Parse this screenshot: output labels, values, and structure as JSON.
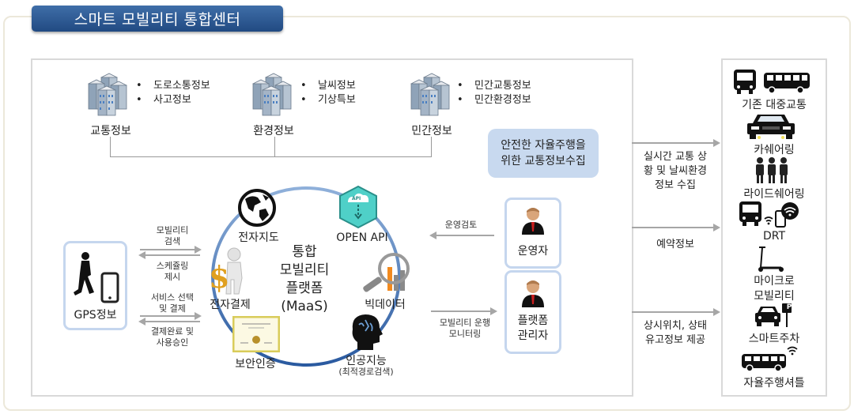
{
  "title": "스마트 모빌리티 통합센터",
  "sources": [
    {
      "label": "교통정보",
      "icon": "buildings-icon",
      "items": [
        "도로소통정보",
        "사고정보"
      ]
    },
    {
      "label": "환경정보",
      "icon": "buildings-icon",
      "items": [
        "날씨정보",
        "기상특보"
      ]
    },
    {
      "label": "민간정보",
      "icon": "buildings-icon",
      "items": [
        "민간교통정보",
        "민간환경정보"
      ]
    }
  ],
  "info_pill": {
    "line1": "안전한 자율주행을",
    "line2": "위한 교통정보수집"
  },
  "gps": {
    "label": "GPS정보",
    "icons": [
      "walking-person-icon",
      "smartphone-icon"
    ]
  },
  "gps_flows": [
    {
      "direction": "right",
      "lines": [
        "모빌리티",
        "검색"
      ]
    },
    {
      "direction": "left",
      "lines": [
        "스케쥴링",
        "제시"
      ]
    },
    {
      "direction": "right",
      "lines": [
        "서비스 선택",
        "및 결제"
      ]
    },
    {
      "direction": "left",
      "lines": [
        "결제완료 및",
        "사용승인"
      ]
    }
  ],
  "platform": {
    "center": [
      "통합",
      "모빌리티",
      "플랫폼",
      "(MaaS)"
    ],
    "nodes": [
      {
        "label": "전자지도",
        "icon": "globe-icon"
      },
      {
        "label": "OPEN API",
        "icon": "api-cloud-icon",
        "badge": "API"
      },
      {
        "label": "빅데이터",
        "icon": "bigdata-magnifier-icon"
      },
      {
        "label": "인공지능",
        "sub": "(최적경로검색)",
        "icon": "ai-head-icon"
      },
      {
        "label": "보안인증",
        "icon": "certificate-icon"
      },
      {
        "label": "전자결제",
        "icon": "dollar-person-icon"
      }
    ]
  },
  "actors": [
    {
      "label": "운영자",
      "flow": "운영검토",
      "flow_direction": "left"
    },
    {
      "label_lines": [
        "플랫폼",
        "관리자"
      ],
      "flow_lines": [
        "모빌리티 운행",
        "모니터링"
      ],
      "flow_direction": "right"
    }
  ],
  "right_flows": [
    {
      "lines": [
        "실시간 교통 상",
        "황 및 날씨환경",
        "정보 수집"
      ]
    },
    {
      "lines": [
        "예약정보"
      ]
    },
    {
      "lines": [
        "상시위치, 상태",
        "유고정보 제공"
      ]
    }
  ],
  "services": [
    {
      "label": "기존 대중교통",
      "icon": "bus-icon"
    },
    {
      "label": "카쉐어링",
      "icon": "car-icon"
    },
    {
      "label": "라이드쉐어링",
      "icon": "people-group-icon"
    },
    {
      "label": "DRT",
      "icon": "bus-wifi-phone-icon"
    },
    {
      "label_lines": [
        "마이크로",
        "모빌리티"
      ],
      "icon": "scooter-icon"
    },
    {
      "label": "스마트주차",
      "icon": "car-parking-icon",
      "badge": "P"
    },
    {
      "label": "자율주행셔틀",
      "icon": "shuttle-wifi-icon"
    }
  ],
  "colors": {
    "title_bg": "#2c5a94",
    "card_border": "#c5d6ee",
    "info_pill": "#c8d9ef",
    "ring": "#4f7fbf",
    "api_teal": "#3cc4bf",
    "arrow": "#a6a6a6"
  }
}
